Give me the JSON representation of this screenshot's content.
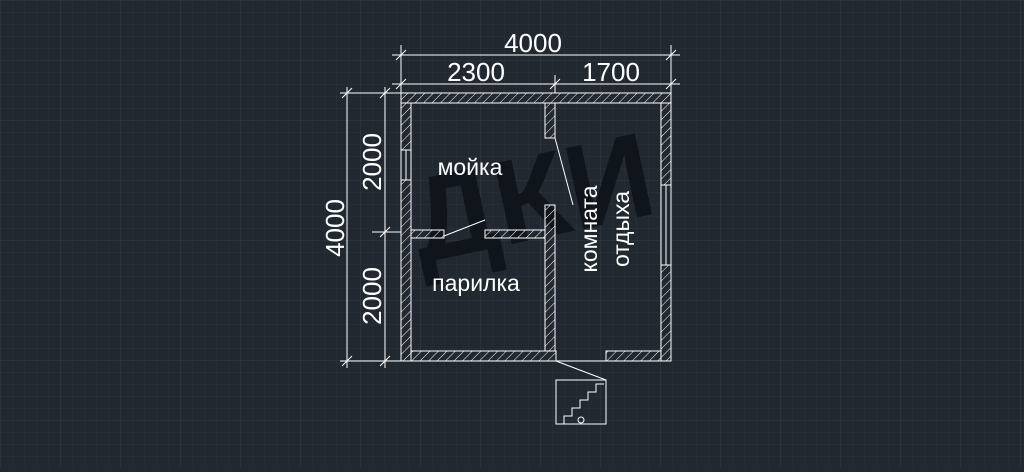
{
  "drawing": {
    "dimensions": {
      "overall_width": "4000",
      "left_width": "2300",
      "right_width": "1700",
      "overall_height": "4000",
      "upper_height": "2000",
      "lower_height": "2000"
    },
    "rooms": {
      "washroom": "мойка",
      "steam_room": "парилка",
      "rest_room_line1": "комната",
      "rest_room_line2": "отдыха"
    },
    "watermark": "ДКИ",
    "colors": {
      "background": "#212830",
      "grid_minor": "#2a323c",
      "grid_major": "#333c47",
      "lines": "#ffffff",
      "watermark": "#10151b"
    }
  }
}
